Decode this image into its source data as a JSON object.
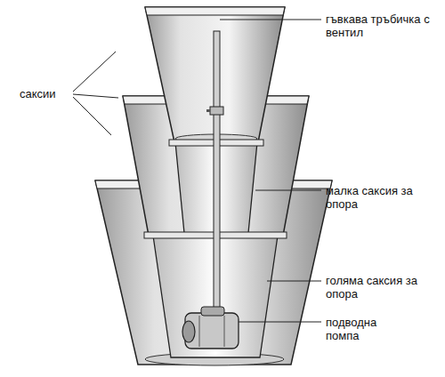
{
  "diagram": {
    "labels": [
      "саксии",
      "гъвкава тръбичка с вентил",
      "малка саксия за опора",
      "голяма саксия за опора",
      "подводна помпа"
    ]
  }
}
